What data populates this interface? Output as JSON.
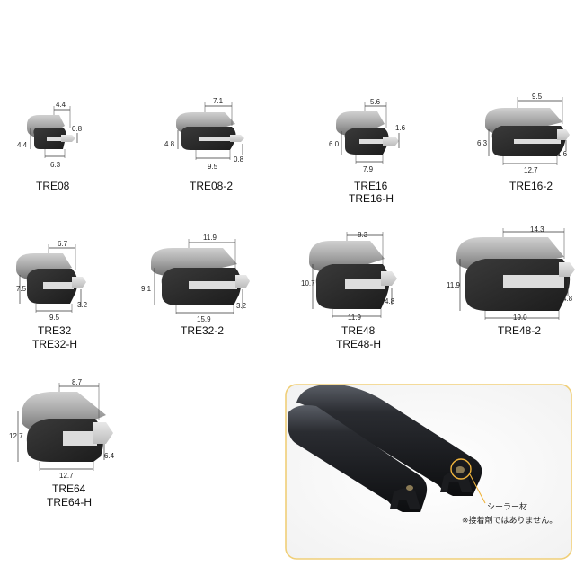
{
  "products": [
    {
      "id": "TRE08",
      "names": [
        "TRE08"
      ],
      "dims": {
        "top": "4.4",
        "left": "4.4",
        "right": "0.8",
        "bottom": "6.3"
      }
    },
    {
      "id": "TRE08-2",
      "names": [
        "TRE08-2"
      ],
      "dims": {
        "top": "7.1",
        "left": "4.8",
        "right": "0.8",
        "bottom": "9.5"
      }
    },
    {
      "id": "TRE16",
      "names": [
        "TRE16",
        "TRE16-H"
      ],
      "dims": {
        "top": "5.6",
        "left": "6.0",
        "right": "1.6",
        "bottom": "7.9"
      }
    },
    {
      "id": "TRE16-2",
      "names": [
        "TRE16-2"
      ],
      "dims": {
        "top": "9.5",
        "left": "6.3",
        "right": "1.6",
        "bottom": "12.7"
      }
    },
    {
      "id": "TRE32",
      "names": [
        "TRE32",
        "TRE32-H"
      ],
      "dims": {
        "top": "6.7",
        "left": "7.5",
        "right": "3.2",
        "bottom": "9.5"
      }
    },
    {
      "id": "TRE32-2",
      "names": [
        "TRE32-2"
      ],
      "dims": {
        "top": "11.9",
        "left": "9.1",
        "right": "3.2",
        "bottom": "15.9"
      }
    },
    {
      "id": "TRE48",
      "names": [
        "TRE48",
        "TRE48-H"
      ],
      "dims": {
        "top": "8.3",
        "left": "10.7",
        "right": "4.8",
        "bottom": "11.9"
      }
    },
    {
      "id": "TRE48-2",
      "names": [
        "TRE48-2"
      ],
      "dims": {
        "top": "14.3",
        "left": "11.9",
        "right": "4.8",
        "bottom": "19.0"
      }
    },
    {
      "id": "TRE64",
      "names": [
        "TRE64",
        "TRE64-H"
      ],
      "dims": {
        "top": "8.7",
        "left": "12.7",
        "right": "6.4",
        "bottom": "12.7"
      }
    }
  ],
  "photo": {
    "sealer_label": "シーラー材",
    "note": "※接着剤ではありません。",
    "frame_color": "#f0cf78"
  }
}
